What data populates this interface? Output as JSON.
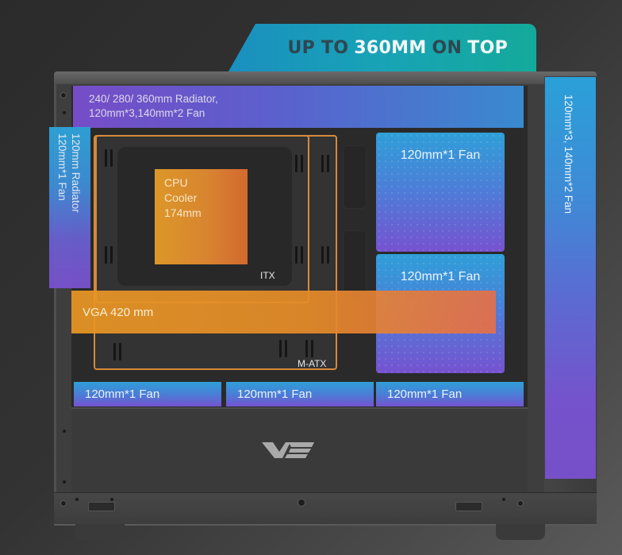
{
  "banner": {
    "part1": "UP TO",
    "part2": "360MM",
    "part3": "ON",
    "part4": "TOP",
    "colors": {
      "start": "#1a8fbf",
      "end": "#14aa9a",
      "dark_text": "#2f4650",
      "light_text": "#f2f7f8"
    }
  },
  "zones": {
    "top_radiator": {
      "line1": "240/ 280/ 360mm Radiator,",
      "line2": "120mm*3,140mm*2 Fan"
    },
    "side_radiator": {
      "line1": "120mm Radiator",
      "line2": "120mm*1 Fan"
    },
    "right_rail": {
      "label": "120mm*3, 140mm*2 Fan"
    },
    "cpu_cooler": {
      "line1": "CPU",
      "line2": "Cooler",
      "line3": "174mm"
    },
    "vga": {
      "label": "VGA 420 mm"
    },
    "itx": {
      "label": "ITX"
    },
    "matx": {
      "label": "M-ATX"
    },
    "fans_right": [
      {
        "label": "120mm*1 Fan"
      },
      {
        "label": "120mm*1 Fan"
      }
    ],
    "fans_bottom": [
      {
        "label": "120mm*1 Fan"
      },
      {
        "label": "120mm*1 Fan"
      },
      {
        "label": "120mm*1 Fan"
      }
    ]
  },
  "logo": {
    "icon": "brand-logo-icon"
  },
  "colors": {
    "orange_accent": "#d7893a",
    "purple": "#7b4fd0",
    "blue": "#2fa3d9",
    "case_dark": "#3e3e3e"
  }
}
